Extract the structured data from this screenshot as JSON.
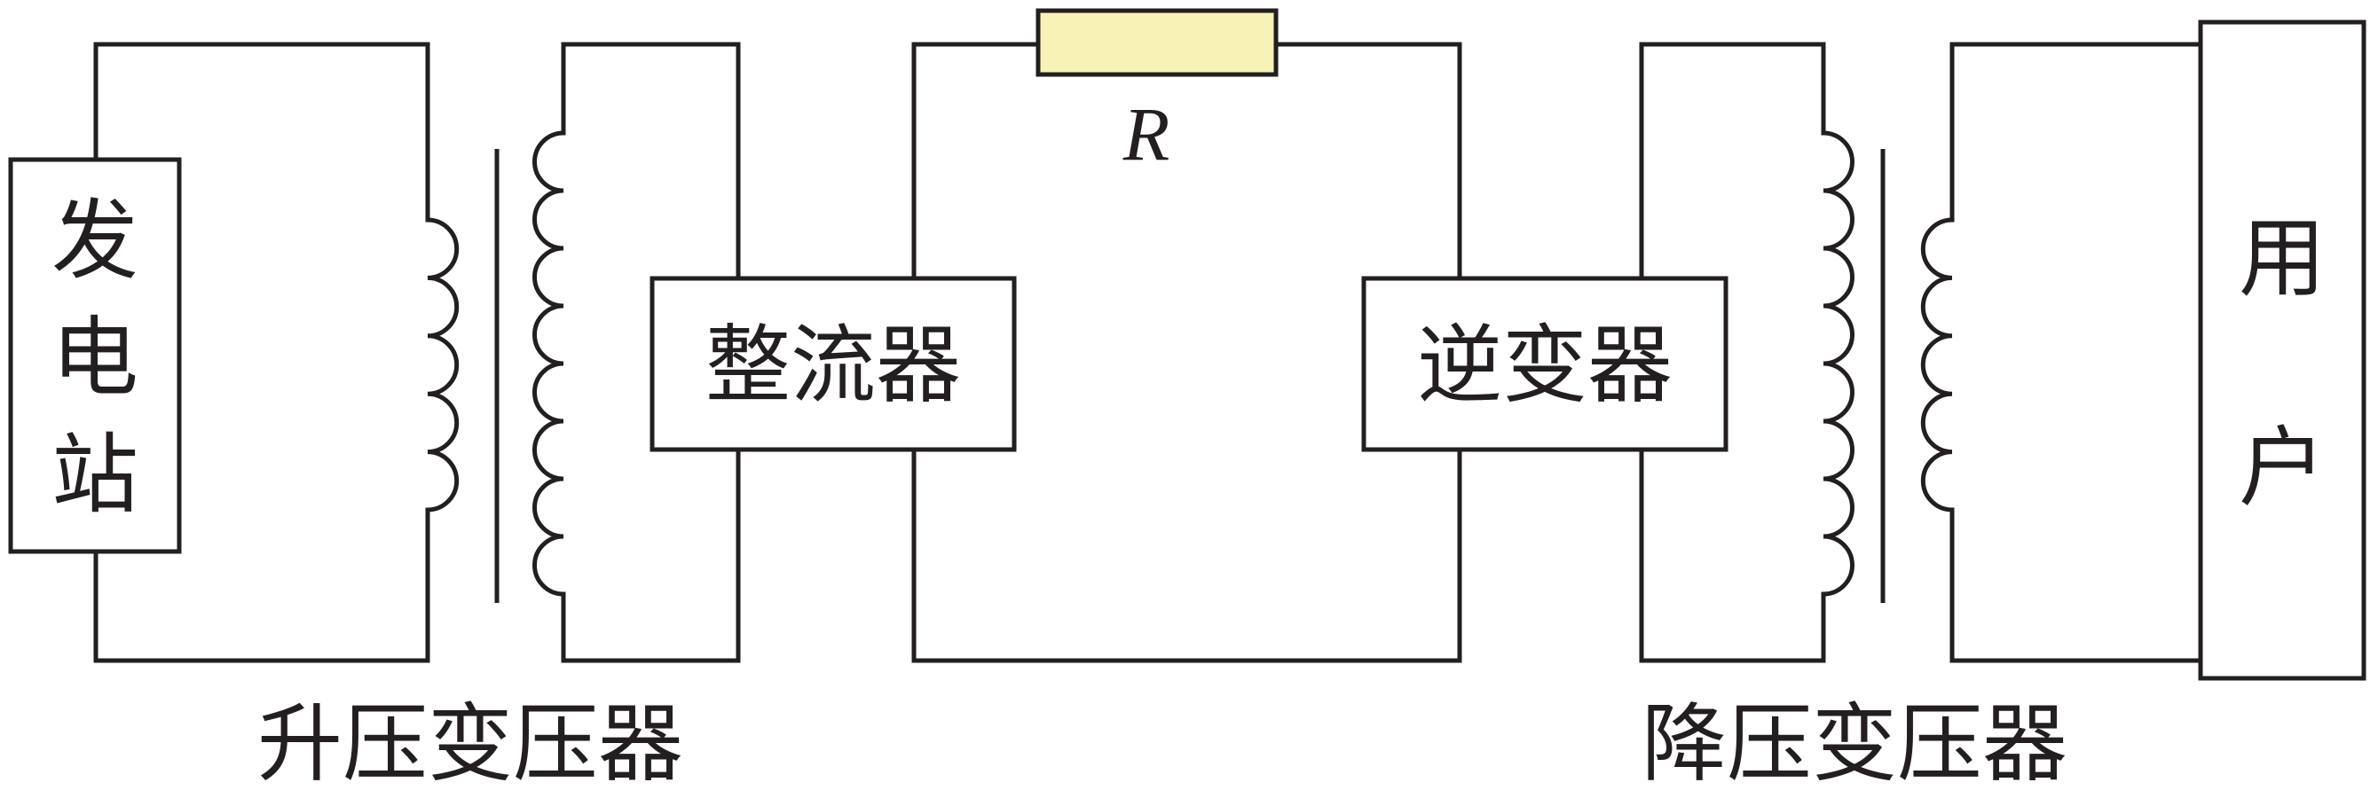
{
  "labels": {
    "generator": "发电站",
    "rectifier": "整流器",
    "inverter": "逆变器",
    "user": "用户",
    "resistor": "R",
    "step_up_transformer": "升压变压器",
    "step_down_transformer": "降压变压器"
  },
  "colors": {
    "line": "#231f20",
    "resistor_fill": "#f7f2b5",
    "background": "#ffffff"
  },
  "transformers": {
    "step_up": {
      "primary_turns": 5,
      "secondary_turns": 8
    },
    "step_down": {
      "primary_turns": 8,
      "secondary_turns": 5
    }
  }
}
